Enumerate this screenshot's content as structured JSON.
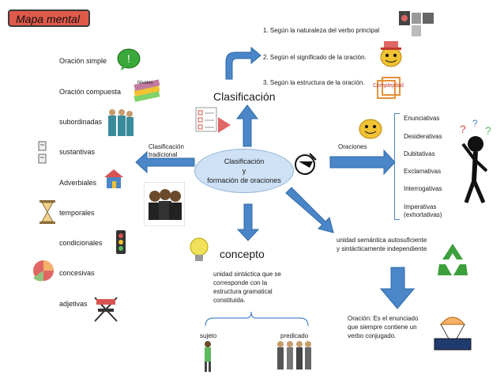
{
  "title": "Mapa mental",
  "center": {
    "line1": "Clasificación",
    "line2": "y",
    "line3": "formación de oraciones"
  },
  "clasificacion": {
    "heading": "Clasificación",
    "items": [
      "1. Según la naturaleza del verbo principal",
      "2. Según el significado de la oración.",
      "3. Según la estructura de la oración."
    ],
    "complejidad_label": "Complejidad",
    "nivel_label": "Niveles"
  },
  "left_branch": {
    "label_line1": "Clasificación",
    "label_line2": "tradicional",
    "items": [
      "Oración simple",
      "Oración compuesta",
      "subordinadas",
      "sustantivas",
      "Adverbiales",
      "temporales",
      "condicionales",
      "concesivas",
      "adjetivas"
    ]
  },
  "right_branch": {
    "label": "Oraciones",
    "items": [
      "Enunciativas",
      "Desiderativas",
      "Dubitativas",
      "Exclamativas",
      "Interrogativas",
      "Imperativas",
      "(exhortativas)"
    ]
  },
  "concepto": {
    "heading": "concepto",
    "definition_lines": [
      "unidad  sintáctica  que  se",
      "corresponde       con       la",
      "estructura         gramatical",
      "constituida."
    ],
    "sujeto": "sujeto",
    "predicado": "predicado"
  },
  "unidad": {
    "line1": "unidad semántica autosuficiente",
    "line2": "y sintácticamente independiente"
  },
  "oracion_def": {
    "lines": [
      "Oración:  Es  el  enunciado",
      "que  siempre  contiene  un",
      "verbo conjugado."
    ]
  },
  "colors": {
    "arrow": "#4a86c8",
    "title_box": "#e05a4a",
    "oval": "#cfe1f5"
  }
}
